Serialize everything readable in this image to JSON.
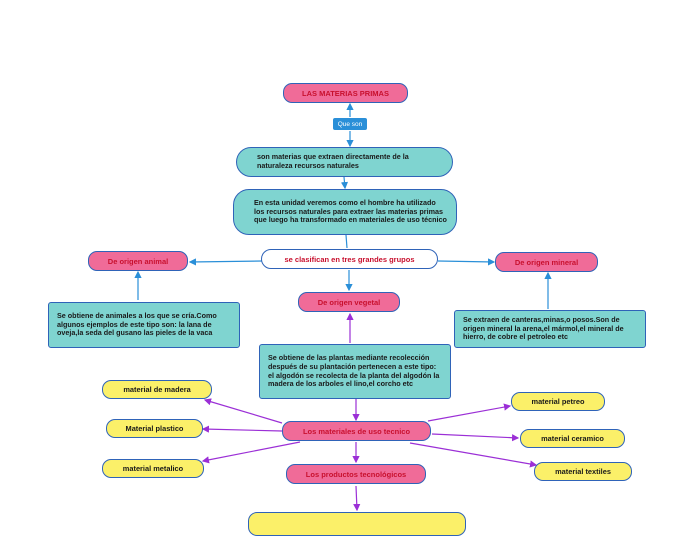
{
  "root": {
    "title": "LAS MATERIAS PRIMAS"
  },
  "link_label": "Que son",
  "definition": "son materias que extraen directamente de la naturaleza recursos naturales",
  "intro": "En esta unidad veremos como el hombre ha utilizado los recursos naturales para extraer las materias primas que luego ha transformado en materiales de uso técnico",
  "classify": "se clasifican en  tres grandes grupos",
  "groups": {
    "animal": {
      "title": "De origen animal",
      "text": "Se obtiene de animales a los que se cría.Como algunos ejemplos de este tipo son: la lana de oveja,la seda del gusano las pieles de la vaca"
    },
    "vegetal": {
      "title": "De origen vegetal",
      "text": "Se obtiene de las plantas mediante recolección después de su plantación pertenecen a este tipo: el algodón se recolecta de la planta del algodón la madera de los arboles el lino,el corcho etc"
    },
    "mineral": {
      "title": "De origen mineral",
      "text": "Se extraen de canteras,minas,o posos.Son de origen mineral la arena,el mármol,el mineral de hierro, de cobre el petroleo etc"
    }
  },
  "materials": {
    "title": "Los materiales de uso tecnico",
    "left": [
      "material de madera",
      "Material plastico",
      "material metalico"
    ],
    "right": [
      "material petreo",
      "material ceramico",
      "material textiles"
    ]
  },
  "products": "Los productos tecnológicos",
  "colors": {
    "pink": "#f06b98",
    "teal": "#7fd4d0",
    "yellow": "#fbf069",
    "border": "#2f63b8",
    "blue_arrow": "#2a8fd8",
    "purple_arrow": "#9b2fd6",
    "red_text": "#c8102e"
  }
}
